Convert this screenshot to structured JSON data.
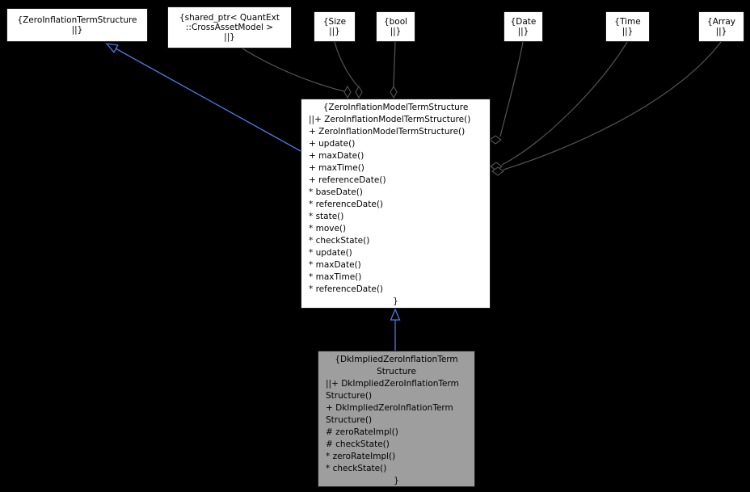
{
  "colors": {
    "background": "#000000",
    "node_fill": "#ffffff",
    "selected_node_fill": "#9e9e9e",
    "inheritance": "#4a7ae0",
    "aggregation": "#565656"
  },
  "nodes": {
    "zeroInflationTermStructure": {
      "lines": [
        "{ZeroInflationTermStructure",
        "||}"
      ]
    },
    "sharedPtr": {
      "lines": [
        "{shared_ptr< QuantExt",
        "::CrossAssetModel >",
        "||}"
      ]
    },
    "size": {
      "lines": [
        "{Size",
        "||}"
      ]
    },
    "bool": {
      "lines": [
        "{bool",
        "||}"
      ]
    },
    "date": {
      "lines": [
        "{Date",
        "||}"
      ]
    },
    "time": {
      "lines": [
        "{Time",
        "||}"
      ]
    },
    "array": {
      "lines": [
        "{Array",
        "||}"
      ]
    },
    "center": {
      "title": "{ZeroInflationModelTermStructure",
      "members": [
        "||+ ZeroInflationModelTermStructure()",
        "+ ZeroInflationModelTermStructure()",
        "+ update()",
        "+ maxDate()",
        "+ maxTime()",
        "+ referenceDate()",
        "* baseDate()",
        "* referenceDate()",
        "* state()",
        "* move()",
        "* checkState()",
        "* update()",
        "* maxDate()",
        "* maxTime()",
        "* referenceDate()"
      ],
      "closing": "}"
    },
    "dk": {
      "title_lines": [
        "{DkImpliedZeroInflationTerm",
        "Structure"
      ],
      "members": [
        "||+ DkImpliedZeroInflationTerm",
        "Structure()",
        "+ DkImpliedZeroInflationTerm",
        "Structure()",
        "# zeroRateImpl()",
        "# checkState()",
        "* zeroRateImpl()",
        "* checkState()"
      ],
      "closing": "}"
    }
  }
}
